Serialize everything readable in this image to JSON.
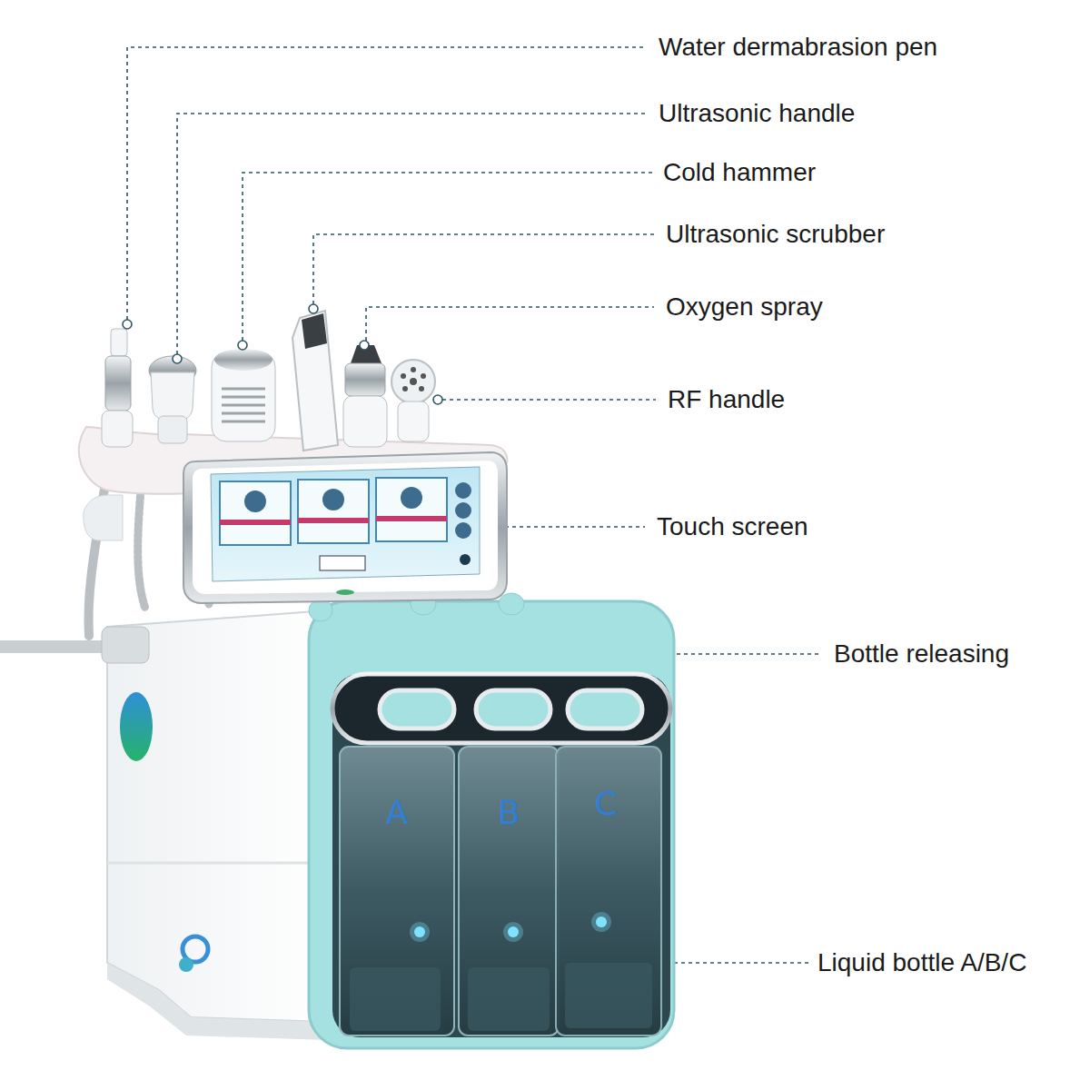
{
  "diagram": {
    "labels": [
      "Water dermabrasion pen",
      "Ultrasonic handle",
      "Cold hammer",
      "Ultrasonic scrubber",
      "Oxygen spray",
      "RF handle",
      "Touch screen",
      "Bottle releasing",
      "Liquid bottle A/B/C",
      "A",
      "B",
      "C"
    ]
  }
}
